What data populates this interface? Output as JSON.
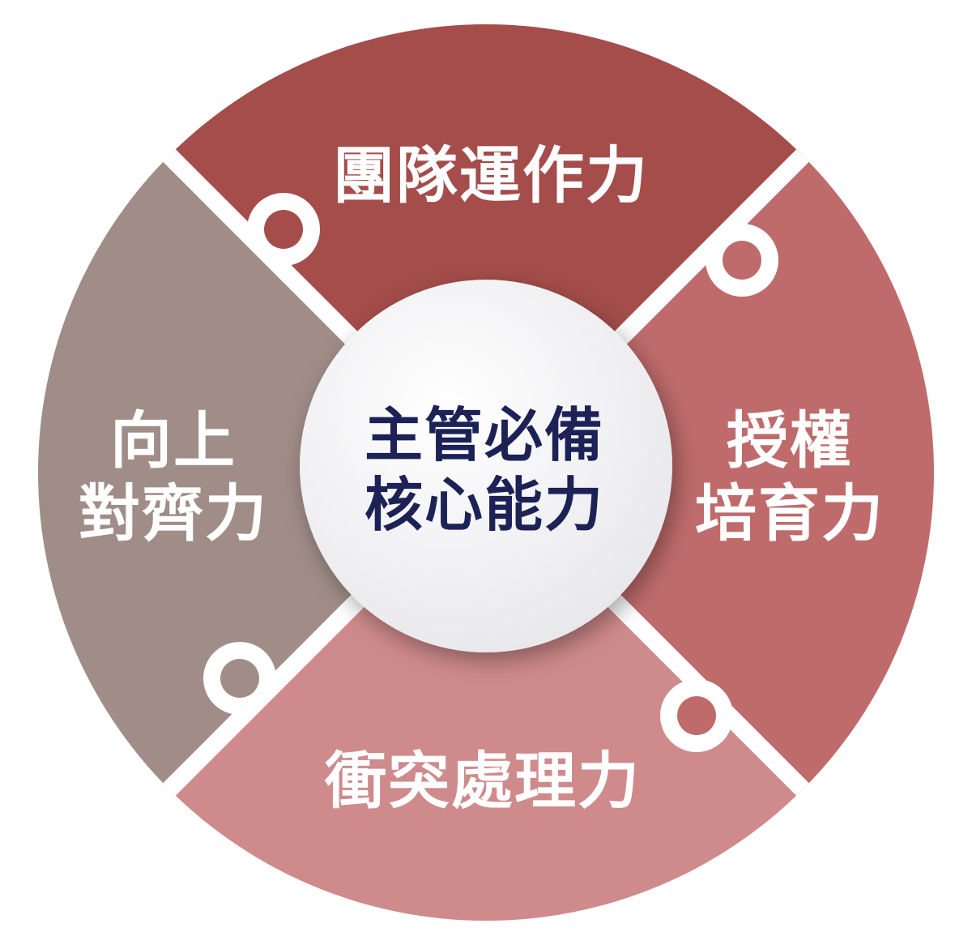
{
  "center": {
    "line1": "主管必備",
    "line2": "核心能力"
  },
  "segments": {
    "top": {
      "line1": "團隊運作力"
    },
    "right": {
      "line1": "授權",
      "line2": "培育力"
    },
    "bottom": {
      "line1": "衝突處理力"
    },
    "left": {
      "line1": "向上",
      "line2": "對齊力"
    }
  },
  "colors": {
    "top": "#a44d4b",
    "right": "#bf6b6b",
    "bottom": "#cf8a8b",
    "left": "#a08d88",
    "center_fill": "#f4f4f6",
    "center_text": "#1c2255",
    "gap": "#ffffff"
  }
}
